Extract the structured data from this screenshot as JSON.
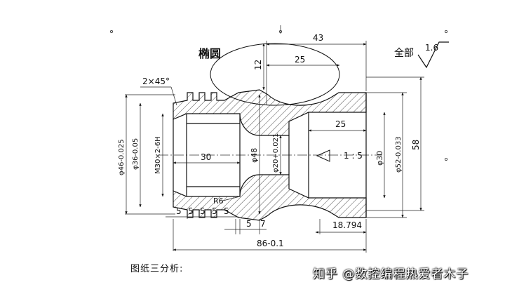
{
  "drawing": {
    "label_ellipse": "椭圆",
    "surface_finish_prefix": "全部",
    "surface_finish_value": "1.6",
    "chamfer": "2×45°",
    "dim_total_top": "43",
    "dim_25_top": "25",
    "dim_12": "12",
    "dim_25_taper": "25",
    "dim_30_bore": "30",
    "taper_ratio": "1 : 5",
    "dim_d46": "φ46-0.025",
    "dim_d36": "φ36-0.05",
    "dim_thread": "M30×2-6H",
    "dim_d48": "φ48",
    "dim_d20": "φ20+0.021",
    "dim_d30": "φ30",
    "dim_d52": "φ52-0.033",
    "dim_58": "58",
    "dim_r6": "R6",
    "groove_dims": [
      "5",
      "5",
      "5",
      "5",
      "5"
    ],
    "dim_5": "5",
    "dim_7": "7",
    "dim_18794": "18.794",
    "dim_86": "86-0.1"
  },
  "caption": "图纸三分析:",
  "watermark": "知乎 @数控编程热爱者木子"
}
